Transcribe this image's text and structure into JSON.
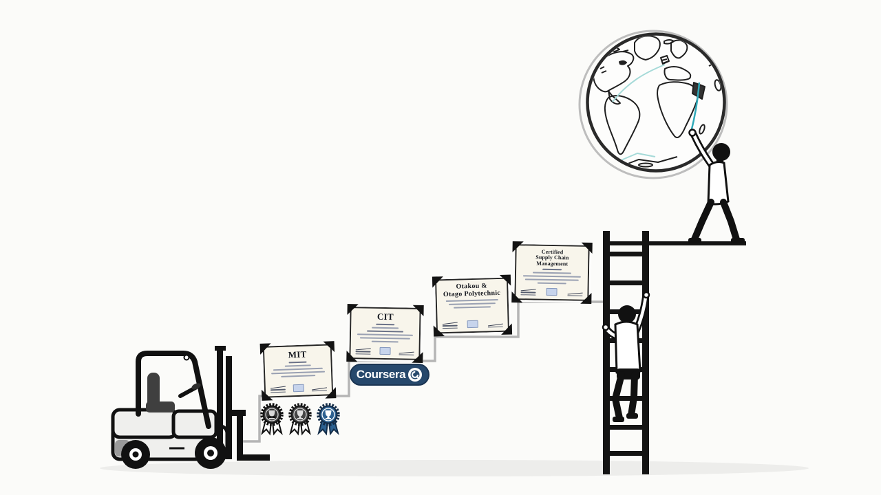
{
  "background_color": "#fbfbf9",
  "staircase": {
    "line_color": "#b5b5b5"
  },
  "certificates": [
    {
      "name": "mit-certificate",
      "title": "MIT"
    },
    {
      "name": "cit-certificate",
      "title": "CIT"
    },
    {
      "name": "otago-certificate",
      "title_line1": "Otakou &",
      "title_line2": "Otago Polytechnic"
    },
    {
      "name": "supply-chain-certificate",
      "title_line1": "Certified",
      "title_line2": "Supply Chain Management"
    }
  ],
  "coursera_badge": {
    "label": "Coursera",
    "background_color": "#26486c",
    "icon": "coursera-swirl-icon"
  },
  "medals": [
    {
      "name": "medal-dark-1",
      "icon": "trophy-icon",
      "color": "#383838",
      "rim_color": "#101010"
    },
    {
      "name": "medal-dark-2",
      "icon": "trophy-icon",
      "color": "#444444",
      "rim_color": "#161616"
    },
    {
      "name": "medal-blue",
      "icon": "trophy-icon",
      "color": "#2d6191",
      "rim_color": "#142d49"
    }
  ],
  "globe": {
    "ring_color": "#bdbdbd",
    "outline_color": "#2a2a2a",
    "land_color": "#1f1f1f",
    "route_color": "#2fa9b8",
    "route_color_light": "#a5dad8"
  },
  "ladder": {
    "color": "#141414"
  },
  "figures": [
    {
      "name": "person-climbing-ladder"
    },
    {
      "name": "person-reaching-globe"
    }
  ],
  "forklift": {
    "body_color": "#efefed",
    "outline_color": "#111111"
  },
  "ground_shadow_color": "#ededeb"
}
